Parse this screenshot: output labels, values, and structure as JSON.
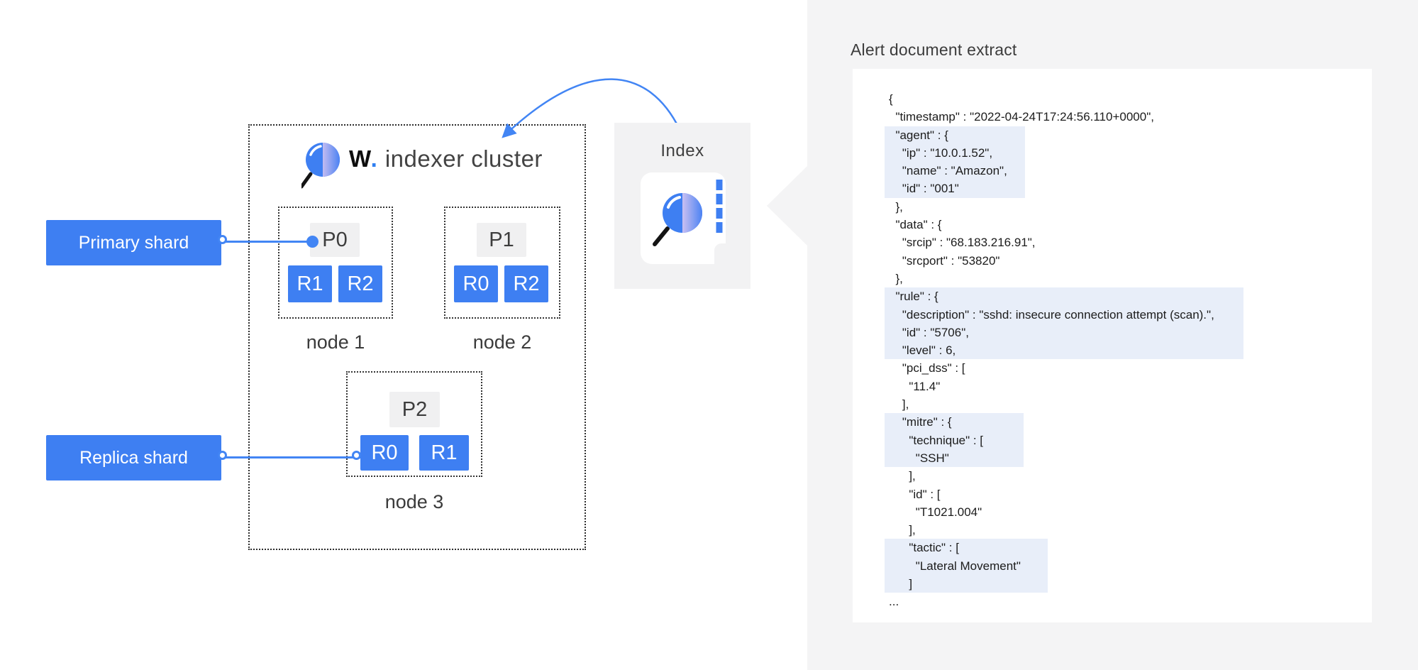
{
  "colors": {
    "accent": "#3e7ff2",
    "connector": "#4285f4",
    "highlight": "#e8eef9",
    "panel_bg": "#f4f4f5"
  },
  "cluster": {
    "logo_icon": "magnifier-icon",
    "brand": "W",
    "brand_dot": ".",
    "title": "indexer cluster",
    "nodes": [
      {
        "label": "node 1",
        "primary": "P0",
        "replicas": [
          "R1",
          "R2"
        ]
      },
      {
        "label": "node 2",
        "primary": "P1",
        "replicas": [
          "R0",
          "R2"
        ]
      },
      {
        "label": "node 3",
        "primary": "P2",
        "replicas": [
          "R0",
          "R1"
        ]
      }
    ]
  },
  "legend": {
    "primary": "Primary shard",
    "replica": "Replica shard"
  },
  "index": {
    "label": "Index",
    "icon": "magnifier-icon"
  },
  "alert_panel": {
    "heading": "Alert document extract",
    "document_lines": [
      {
        "text": "{",
        "highlight": null
      },
      {
        "text": "  \"timestamp\" : \"2022-04-24T17:24:56.110+0000\",",
        "highlight": null
      },
      {
        "text": "  \"agent\" : {",
        "highlight": "agent"
      },
      {
        "text": "    \"ip\" : \"10.0.1.52\",",
        "highlight": "agent"
      },
      {
        "text": "    \"name\" : \"Amazon\",",
        "highlight": "agent"
      },
      {
        "text": "    \"id\" : \"001\"",
        "highlight": "agent"
      },
      {
        "text": "  },",
        "highlight": null
      },
      {
        "text": "  \"data\" : {",
        "highlight": null
      },
      {
        "text": "    \"srcip\" : \"68.183.216.91\",",
        "highlight": null
      },
      {
        "text": "    \"srcport\" : \"53820\"",
        "highlight": null
      },
      {
        "text": "  },",
        "highlight": null
      },
      {
        "text": "  \"rule\" : {",
        "highlight": "rule"
      },
      {
        "text": "    \"description\" : \"sshd: insecure connection attempt (scan).\",",
        "highlight": "rule"
      },
      {
        "text": "    \"id\" : \"5706\",",
        "highlight": "rule"
      },
      {
        "text": "    \"level\" : 6,",
        "highlight": "rule"
      },
      {
        "text": "    \"pci_dss\" : [",
        "highlight": null
      },
      {
        "text": "      \"11.4\"",
        "highlight": null
      },
      {
        "text": "    ],",
        "highlight": null
      },
      {
        "text": "    \"mitre\" : {",
        "highlight": "mitre"
      },
      {
        "text": "      \"technique\" : [",
        "highlight": "mitre"
      },
      {
        "text": "        \"SSH\"",
        "highlight": "mitre"
      },
      {
        "text": "      ],",
        "highlight": null
      },
      {
        "text": "      \"id\" : [",
        "highlight": null
      },
      {
        "text": "        \"T1021.004\"",
        "highlight": null
      },
      {
        "text": "      ],",
        "highlight": null
      },
      {
        "text": "      \"tactic\" : [",
        "highlight": "tactic"
      },
      {
        "text": "        \"Lateral Movement\"",
        "highlight": "tactic"
      },
      {
        "text": "      ]",
        "highlight": "tactic"
      },
      {
        "text": "...",
        "highlight": null
      }
    ]
  }
}
